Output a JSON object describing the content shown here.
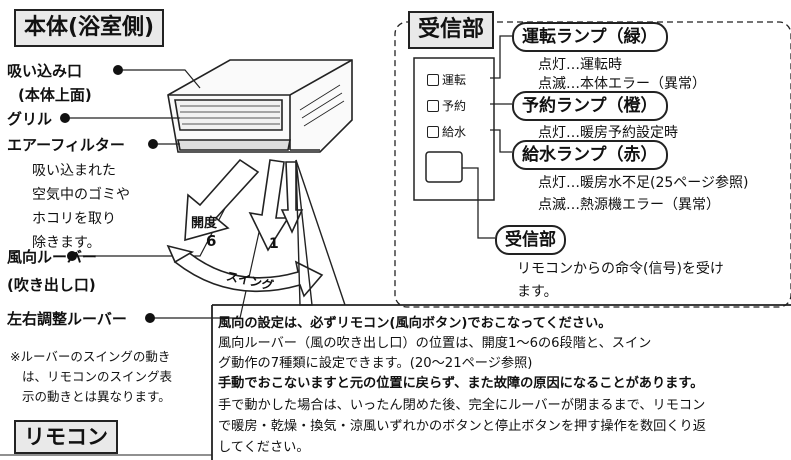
{
  "body_title": "本体(浴室側)",
  "remote_title": "リモコン",
  "receiver_title": "受信部",
  "parts": {
    "intake": "吸い込み口",
    "intake_sub": "(本体上面)",
    "grill": "グリル",
    "filter": "エアーフィルター",
    "filter_desc": [
      "吸い込まれた",
      "空気中のゴミや",
      "ホコリを取り",
      "除きます。"
    ],
    "louver": "風向ルーバー",
    "louver_sub": "(吹き出し口)",
    "lr_louver": "左右調整ルーバー"
  },
  "swing_note": [
    "※ルーバーのスイングの動き",
    "は、リモコンのスイング表",
    "示の動きとは異なります。"
  ],
  "angle": {
    "label": "開度",
    "min": "1",
    "max": "6",
    "swing": "スイング"
  },
  "receiver_lamps": [
    "運転",
    "予約",
    "給水"
  ],
  "lamps": [
    {
      "title": "運転ランプ（緑）",
      "lines": [
        "点灯…運転時",
        "点滅…本体エラー（異常）"
      ]
    },
    {
      "title": "予約ランプ（橙）",
      "lines": [
        "点灯…暖房予約設定時"
      ]
    },
    {
      "title": "給水ランプ（赤）",
      "lines": [
        "点灯…暖房水不足(25ページ参照)",
        "点滅…熱源機エラー（異常）"
      ]
    },
    {
      "title": "受信部",
      "lines": [
        "リモコンからの命令(信号)を受け",
        "ます。"
      ]
    }
  ],
  "note": [
    {
      "text": "風向の設定は、必ずリモコン(風向ボタン)でおこなってください。",
      "bold": true
    },
    {
      "text": "風向ルーバー（風の吹き出し口）の位置は、開度1～6の6段階と、スイン",
      "bold": false
    },
    {
      "text": "グ動作の7種類に設定できます。(20～21ページ参照)",
      "bold": false
    },
    {
      "text": "手動でおこないますと元の位置に戻らず、また故障の原因になることがあります。",
      "bold": true
    },
    {
      "text": "手で動かした場合は、いったん閉めた後、完全にルーバーが閉まるまで、リモコン",
      "bold": false
    },
    {
      "text": "で暖房・乾燥・換気・涼風いずれかのボタンと停止ボタンを押す操作を数回くり返",
      "bold": false
    },
    {
      "text": "してください。",
      "bold": false
    }
  ]
}
